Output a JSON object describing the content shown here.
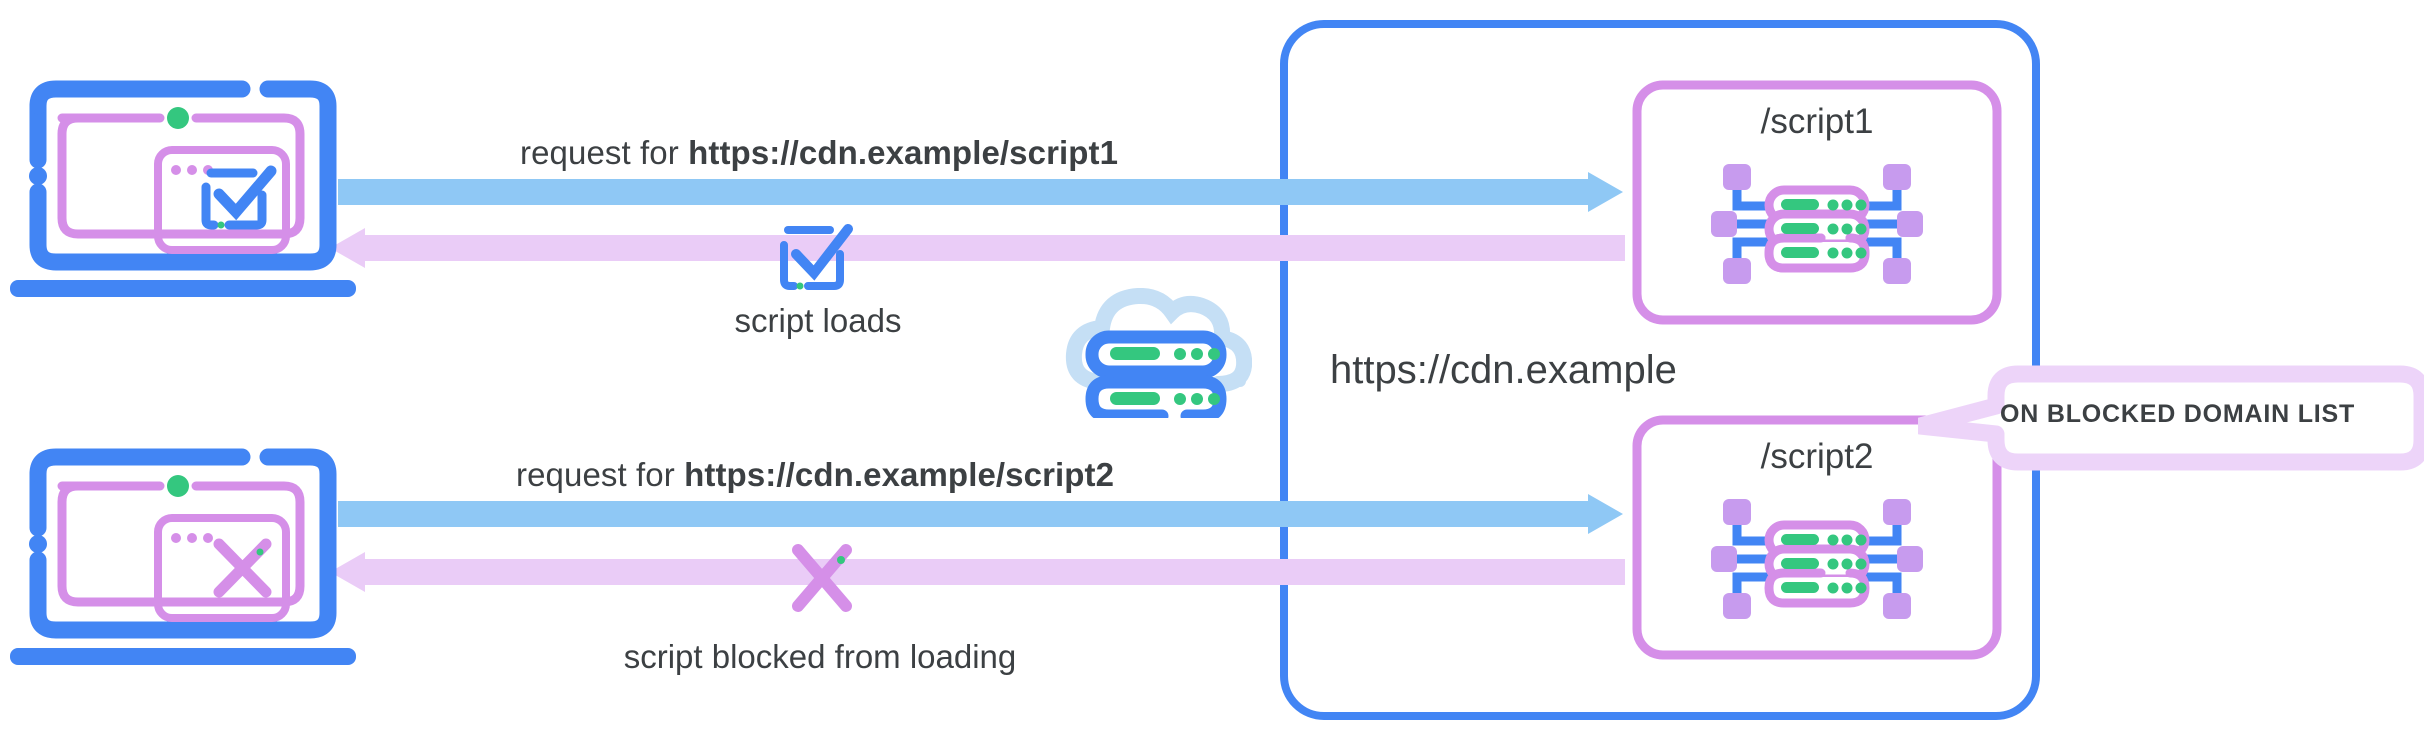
{
  "diagram": {
    "title_domain": "https://cdn.example",
    "rows": [
      {
        "id": "script1",
        "request_prefix": "request for ",
        "request_url": "https://cdn.example/script1",
        "status": "script loads",
        "resource_label": "/script1",
        "client_icon": "checkmark-icon",
        "status_icon": "checkmark-icon",
        "blocked": false
      },
      {
        "id": "script2",
        "request_prefix": "request for ",
        "request_url": "https://cdn.example/script2",
        "status": "script blocked from loading",
        "resource_label": "/script2",
        "client_icon": "cross-x-icon",
        "status_icon": "cross-x-icon",
        "blocked": true
      }
    ],
    "callout": {
      "text": "ON BLOCKED DOMAIN LIST"
    },
    "icons": {
      "client": "laptop-browser-icon",
      "cloud": "cloud-server-icon",
      "resource": "server-rack-network-icon"
    },
    "colors": {
      "blue": "#4285F4",
      "light_blue_arrow": "#8FC8F5",
      "cloud_blue": "#C5DFF5",
      "purple": "#D58FE8",
      "light_purple_arrow": "#EACCF7",
      "callout_border": "#EDD4F9",
      "green": "#34C77F",
      "text": "#3c4043",
      "background": "#ffffff"
    }
  }
}
